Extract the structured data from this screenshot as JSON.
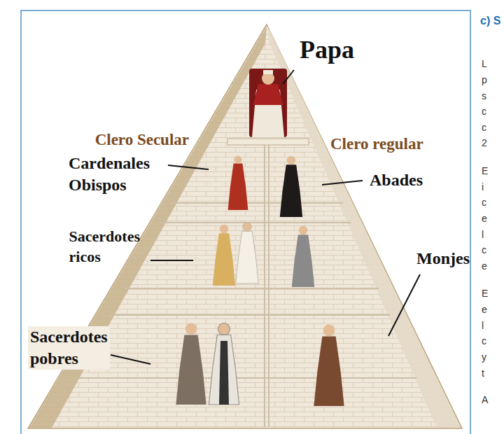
{
  "diagram": {
    "labels": [
      "Papa",
      "Clero Secular",
      "Clero regular",
      "Cardenales Obispos",
      "Abades",
      "Sacerdotes ricos",
      "Monjes",
      "Sacerdotes pobres",
      "c) S",
      "L",
      "p",
      "s",
      "c",
      "c",
      "2",
      "E",
      "i",
      "c",
      "e",
      "l",
      "c",
      "e",
      "E",
      "e",
      "l",
      "c",
      "y",
      "t",
      "A"
    ]
  }
}
